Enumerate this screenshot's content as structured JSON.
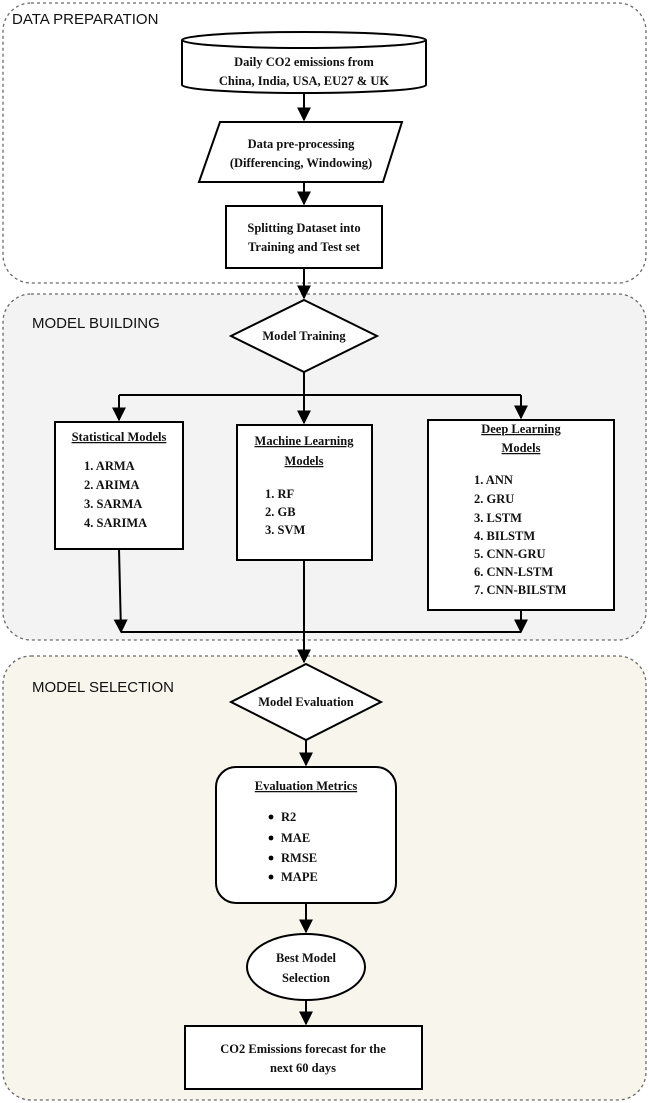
{
  "sections": {
    "data_preparation": "DATA PREPARATION",
    "model_building": "MODEL BUILDING",
    "model_selection": "MODEL SELECTION"
  },
  "nodes": {
    "daily_emissions": {
      "line1": "Daily CO2 emissions from",
      "line2": "China, India, USA, EU27 & UK"
    },
    "preprocessing": {
      "line1": "Data pre-processing",
      "line2": "(Differencing, Windowing)"
    },
    "splitting": {
      "line1": "Splitting Dataset into",
      "line2": "Training  and Test set"
    },
    "model_training": "Model Training",
    "statistical": {
      "title": "Statistical Models",
      "items": [
        "1. ARMA",
        "2. ARIMA",
        "3. SARMA",
        "4. SARIMA"
      ]
    },
    "machine_learning": {
      "title_line1": "Machine Learning",
      "title_line2": "Models",
      "items": [
        "1. RF",
        "2. GB",
        "3. SVM"
      ]
    },
    "deep_learning": {
      "title_line1": "Deep Learning",
      "title_line2": "Models",
      "items": [
        "1. ANN",
        "2. GRU",
        "3. LSTM",
        "4. BILSTM",
        "5. CNN-GRU",
        "6. CNN-LSTM",
        "7. CNN-BILSTM"
      ]
    },
    "model_evaluation": "Model Evaluation",
    "evaluation_metrics": {
      "title": "Evaluation Metrics",
      "items": [
        "R2",
        "MAE",
        "RMSE",
        "MAPE"
      ]
    },
    "best_model": {
      "line1": "Best Model",
      "line2": "Selection"
    },
    "forecast": {
      "line1": "CO2 Emissions forecast for the",
      "line2": "next 60 days"
    }
  },
  "colors": {
    "model_building_bg": "#f3f3f3",
    "model_selection_bg": "#f8f5ec",
    "border_dashed": "#6a6a6a",
    "stroke": "#000000"
  }
}
